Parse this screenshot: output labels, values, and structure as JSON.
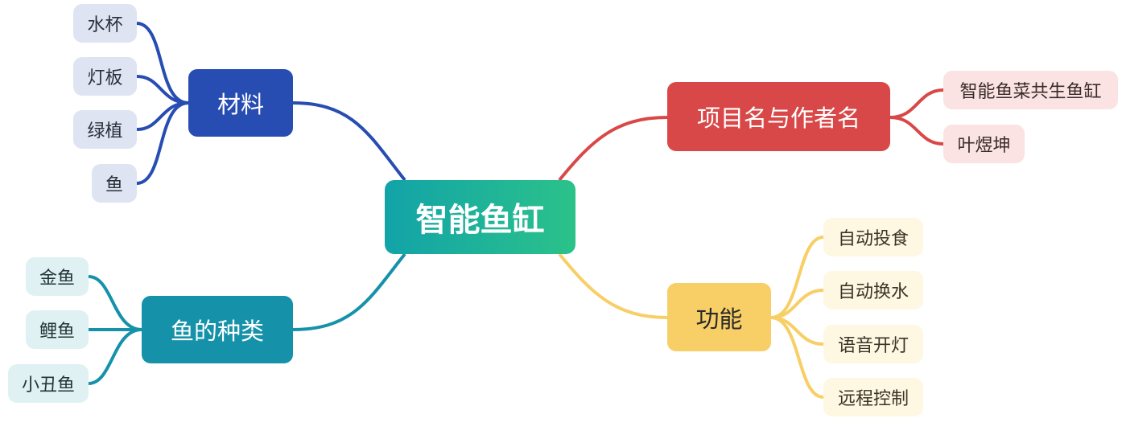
{
  "root": {
    "label": "智能鱼缸"
  },
  "branches": {
    "materials": {
      "label": "材料",
      "items": [
        "水杯",
        "灯板",
        "绿植",
        "鱼"
      ]
    },
    "fish_types": {
      "label": "鱼的种类",
      "items": [
        "金鱼",
        "鲤鱼",
        "小丑鱼"
      ]
    },
    "project": {
      "label": "项目名与作者名",
      "items": [
        "智能鱼菜共生鱼缸",
        "叶煜坤"
      ]
    },
    "functions": {
      "label": "功能",
      "items": [
        "自动投食",
        "自动换水",
        "语音开灯",
        "远程控制"
      ]
    }
  },
  "colors": {
    "materials": "#274db2",
    "fish_types": "#1592a9",
    "project": "#d94848",
    "functions": "#f8cf66"
  }
}
